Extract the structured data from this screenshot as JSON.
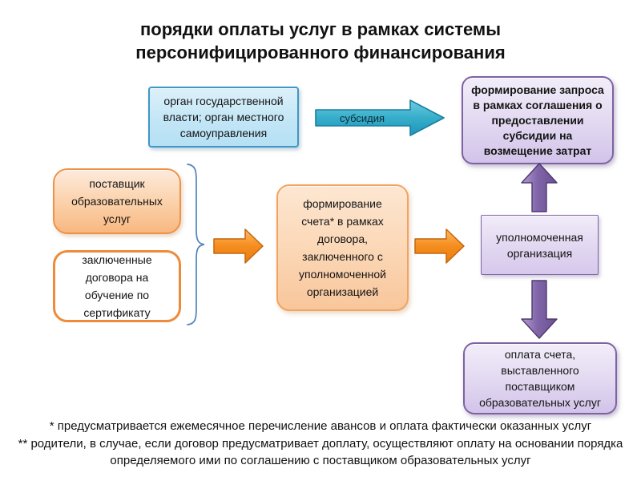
{
  "title": "порядки оплаты услуг в рамках системы персонифицированного финансирования",
  "boxes": {
    "authority": "орган государственной власти; орган местного самоуправления",
    "request": "формирование запроса в рамках соглашения о предоставлении субсидии на возмещение затрат",
    "provider": "поставщик образовательных услуг",
    "contracts": "заключенные договора на обучение по сертификату",
    "invoice": "формирование счета* в рамках договора, заключенного с уполномоченной организацией",
    "org": "уполномоченная организация",
    "payment": "оплата счета, выставленного поставщиком образовательных услуг"
  },
  "arrows": {
    "subsidy_label": "субсидия"
  },
  "footnotes": [
    "* предусматривается ежемесячное перечисление авансов и оплата фактически оказанных услуг",
    "** родители, в случае, если договор предусматривает доплату, осуществляют оплату на основании порядка определяемого ими по соглашению с поставщиком образовательных услуг"
  ],
  "colors": {
    "blue_box_border": "#3f97c6",
    "blue_box_fill": "#c3e6f6",
    "cyan_arrow": "#35aecb",
    "orange_border": "#ee9247",
    "orange_fill": "#fbd0a8",
    "orange_arrow": "#f58d1e",
    "purple_border": "#7e62a4",
    "purple_fill": "#e2d8f1",
    "purple_arrow": "#8065a8",
    "brace_blue": "#4f81bd"
  }
}
